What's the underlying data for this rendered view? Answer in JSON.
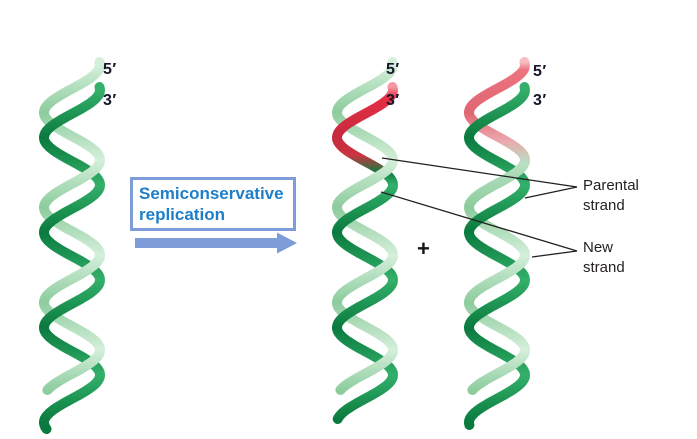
{
  "figure": {
    "helices": [
      {
        "name": "parental-dna",
        "five": "5′",
        "three": "3′"
      },
      {
        "name": "daughter-dna-1",
        "five": "5′",
        "three": "3′"
      },
      {
        "name": "daughter-dna-2",
        "five": "5′",
        "three": "3′"
      }
    ],
    "process_label": {
      "line1": "Semiconservative",
      "line2": "replication"
    },
    "plus": "+",
    "annotations": {
      "parental": {
        "line1": "Parental",
        "line2": "strand"
      },
      "new": {
        "line1": "New",
        "line2": "strand"
      }
    },
    "colors": {
      "light_green_hi": "#d5efdb",
      "light_green": "#a5d8b0",
      "light_green_sh": "#8ccc9d",
      "dark_green_hi": "#33b06a",
      "dark_green": "#129350",
      "dark_green_sh": "#0a7a3e",
      "red": "#e62f45",
      "red_dark": "#c62a3e",
      "pink": "#ee7380",
      "pink_dark": "#e06672",
      "blue_accent": "#7e9cd8",
      "blue_text": "#1e7fc8",
      "line_black": "#231f20",
      "label_black": "#15152b"
    }
  }
}
